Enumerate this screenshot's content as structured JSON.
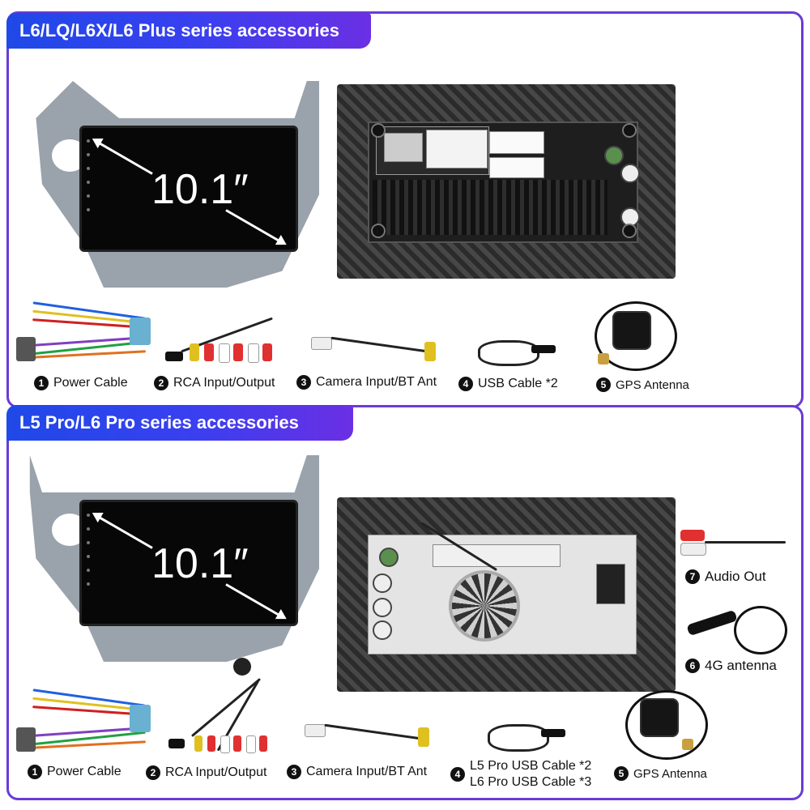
{
  "top": {
    "title": "L6/LQ/L6X/L6 Plus series accessories",
    "screen_size": "10.1″",
    "items": [
      {
        "num": "1",
        "label": "Power Cable"
      },
      {
        "num": "2",
        "label": "RCA Input/Output"
      },
      {
        "num": "3",
        "label": "Camera Input/BT Ant"
      },
      {
        "num": "4",
        "label": "USB Cable *2"
      },
      {
        "num": "5",
        "label": "GPS Antenna"
      }
    ]
  },
  "bottom": {
    "title": "L5 Pro/L6 Pro series accessories",
    "screen_size": "10.1″",
    "items": [
      {
        "num": "1",
        "label": "Power Cable"
      },
      {
        "num": "2",
        "label": "RCA Input/Output"
      },
      {
        "num": "3",
        "label": "Camera Input/BT Ant"
      },
      {
        "num": "4",
        "label": "L5 Pro USB Cable *2",
        "label2": "L6 Pro USB Cable *3"
      },
      {
        "num": "5",
        "label": "GPS Antenna"
      },
      {
        "num": "6",
        "label": "4G antenna"
      },
      {
        "num": "7",
        "label": "Audio Out"
      }
    ]
  },
  "colors": {
    "banner_start": "#1f49e8",
    "banner_end": "#6b2fe3",
    "border": "#6a3bd6"
  }
}
